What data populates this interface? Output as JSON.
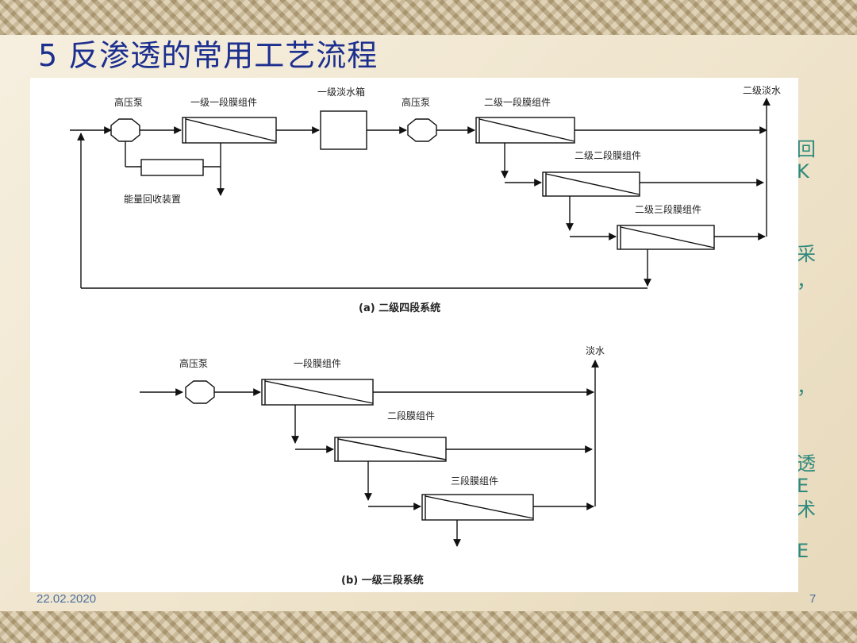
{
  "slide": {
    "title": "5  反渗透的常用工艺流程",
    "date": "22.02.2020",
    "page_number": "7",
    "right_text_fragments": [
      "回",
      "K",
      "采",
      "，",
      "，",
      "透",
      "E",
      "术",
      "E"
    ]
  },
  "diagram_a": {
    "caption": "(a)  二级四段系统",
    "labels": {
      "pump1": "高压泵",
      "stage1_module": "一级一段膜组件",
      "tank": "一级淡水箱",
      "pump2": "高压泵",
      "l2s1_module": "二级一段膜组件",
      "product": "二级淡水",
      "l2s2_module": "二级二段膜组件",
      "l2s3_module": "二级三段膜组件",
      "energy_recovery": "能量回收装置"
    }
  },
  "diagram_b": {
    "caption": "(b)  一级三段系统",
    "labels": {
      "pump": "高压泵",
      "s1_module": "一段膜组件",
      "s2_module": "二段膜组件",
      "s3_module": "三段膜组件",
      "product": "淡水"
    }
  },
  "colors": {
    "title": "#1c2f8f",
    "body_text": "#2e8a7e",
    "footer": "#4b6fa0",
    "line": "#111111"
  }
}
